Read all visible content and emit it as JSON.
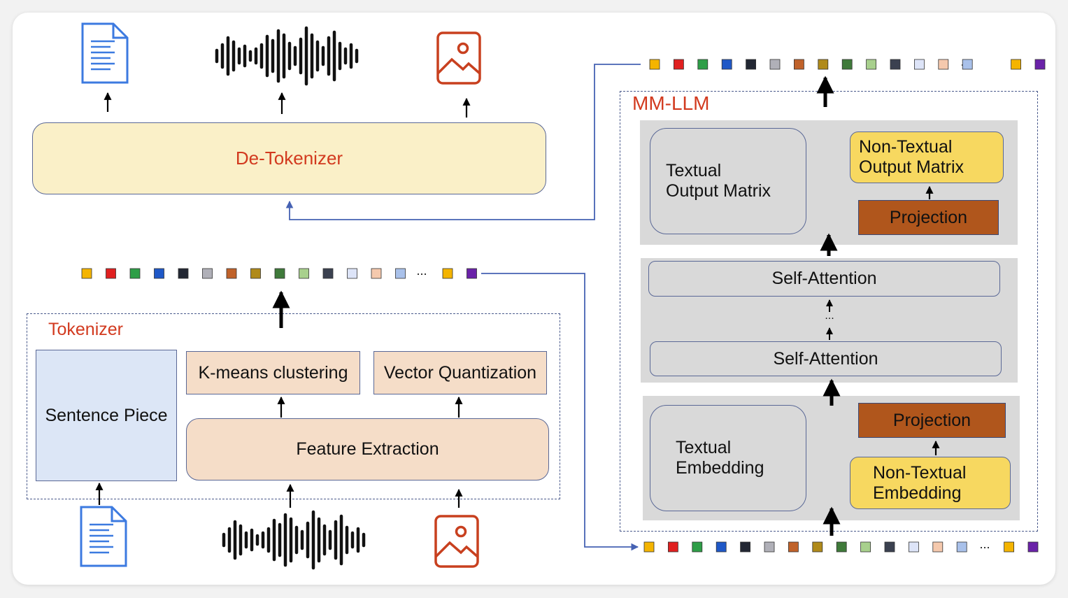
{
  "detokenizer": {
    "label": "De-Tokenizer"
  },
  "tokenizer": {
    "label": "Tokenizer",
    "sentence_piece": "Sentence Piece",
    "kmeans": "K-means clustering",
    "vq": "Vector Quantization",
    "feature_extraction": "Feature Extraction"
  },
  "mmllm": {
    "label": "MM-LLM",
    "textual_output": "Textual\nOutput Matrix",
    "nontextual_output": "Non-Textual\nOutput Matrix",
    "projection_top": "Projection",
    "self_attention_top": "Self-Attention",
    "ellipsis": "...",
    "self_attention_bottom": "Self-Attention",
    "textual_embedding": "Textual\nEmbedding",
    "projection_bottom": "Projection",
    "nontextual_embedding": "Non-Textual\nEmbedding"
  },
  "token_ellipsis": "...",
  "token_colors": [
    "#f4b400",
    "#e02020",
    "#2e9e47",
    "#1f58c7",
    "#222733",
    "#b0b0b8",
    "#c0622a",
    "#b08a1a",
    "#3f7a3a",
    "#a8d08d",
    "#3b4150",
    "#dde4f8",
    "#f5c9ad",
    "#a9c1ea",
    "#f4b400",
    "#6a22a8"
  ],
  "icons": [
    "document-icon",
    "audio-waveform-icon",
    "image-icon"
  ],
  "colors": {
    "detok_fill": "#faf0c8",
    "tan_fill": "#f5ddc8",
    "blue_fill": "#dce6f6",
    "brown_fill": "#b0561c",
    "yellow_fill": "#f7d860",
    "gray_region": "#d9d9d9",
    "red_label": "#d23a1f",
    "connector": "#4662b3"
  }
}
